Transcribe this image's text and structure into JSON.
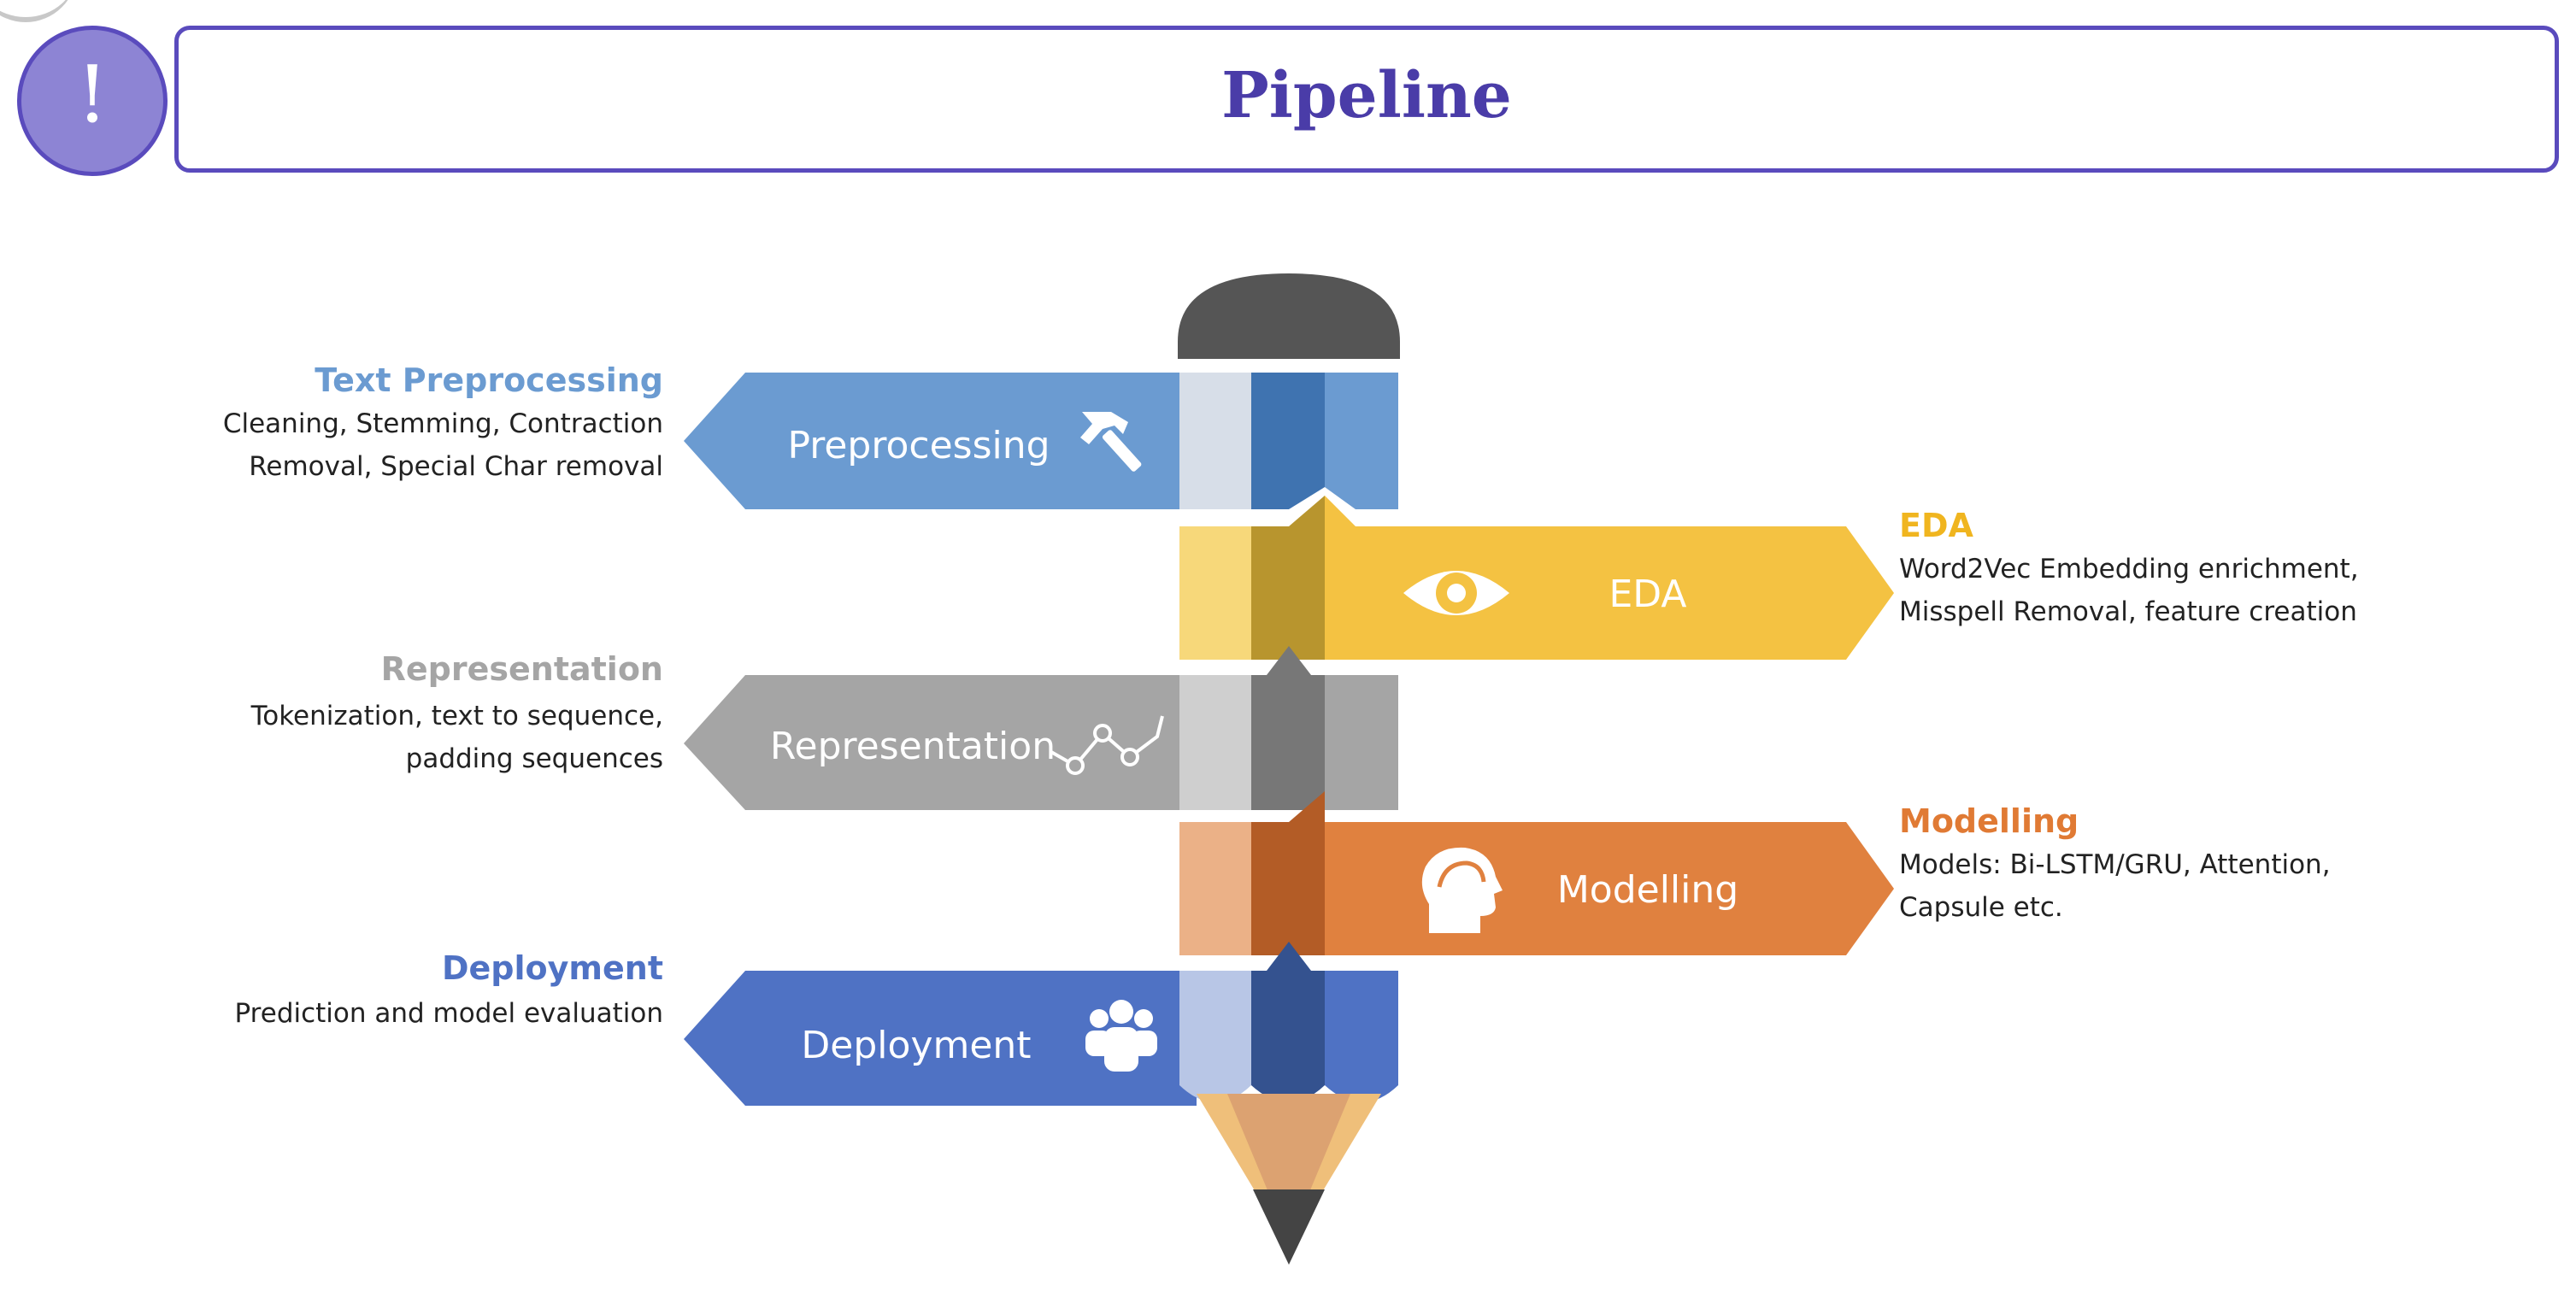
{
  "header": {
    "title": "Pipeline",
    "badge": "!"
  },
  "stages": [
    {
      "id": "preprocessing",
      "arrow_label": "Preprocessing",
      "icon": "hammer-icon",
      "heading": "Text Preprocessing",
      "desc": [
        "Cleaning, Stemming, Contraction",
        "Removal, Special Char removal"
      ],
      "color": "#6b9bd1"
    },
    {
      "id": "eda",
      "arrow_label": "EDA",
      "icon": "eye-icon",
      "heading": "EDA",
      "desc": [
        "Word2Vec Embedding enrichment,",
        "Misspell Removal, feature creation"
      ],
      "color": "#f4c242"
    },
    {
      "id": "representation",
      "arrow_label": "Representation",
      "icon": "graph-nodes-icon",
      "heading": "Representation",
      "desc": [
        "Tokenization,  text to sequence,",
        "padding sequences"
      ],
      "color": "#a5a5a5"
    },
    {
      "id": "modelling",
      "arrow_label": "Modelling",
      "icon": "head-profile-icon",
      "heading": "Modelling",
      "desc": [
        "Models: Bi-LSTM/GRU, Attention,",
        "Capsule etc."
      ],
      "color": "#e0813f"
    },
    {
      "id": "deployment",
      "arrow_label": "Deployment",
      "icon": "people-icon",
      "heading": "Deployment",
      "desc": [
        "Prediction and model evaluation"
      ],
      "color": "#4f72c4"
    }
  ]
}
